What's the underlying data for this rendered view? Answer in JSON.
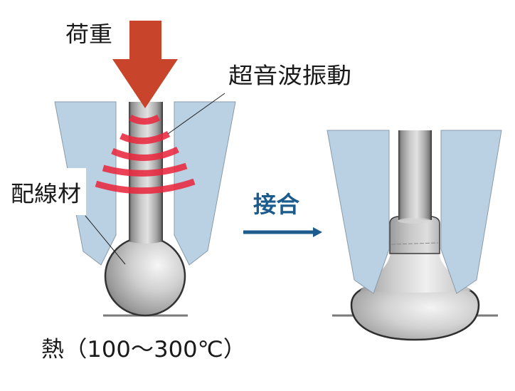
{
  "labels": {
    "load": "荷重",
    "ultrasonic_vibration": "超音波振動",
    "wire": "配線材",
    "bonding": "接合",
    "heat": "熱（100〜300℃）"
  },
  "colors": {
    "load_arrow": "#c8442a",
    "vibration_waves": "#e8283f",
    "capillary": "#b9d1e3",
    "bonding_accent": "#1b5c8c",
    "ground": "#7a7a7a"
  },
  "icons": {
    "load_arrow": "down-arrow-icon",
    "process_arrow": "right-arrow-icon"
  }
}
